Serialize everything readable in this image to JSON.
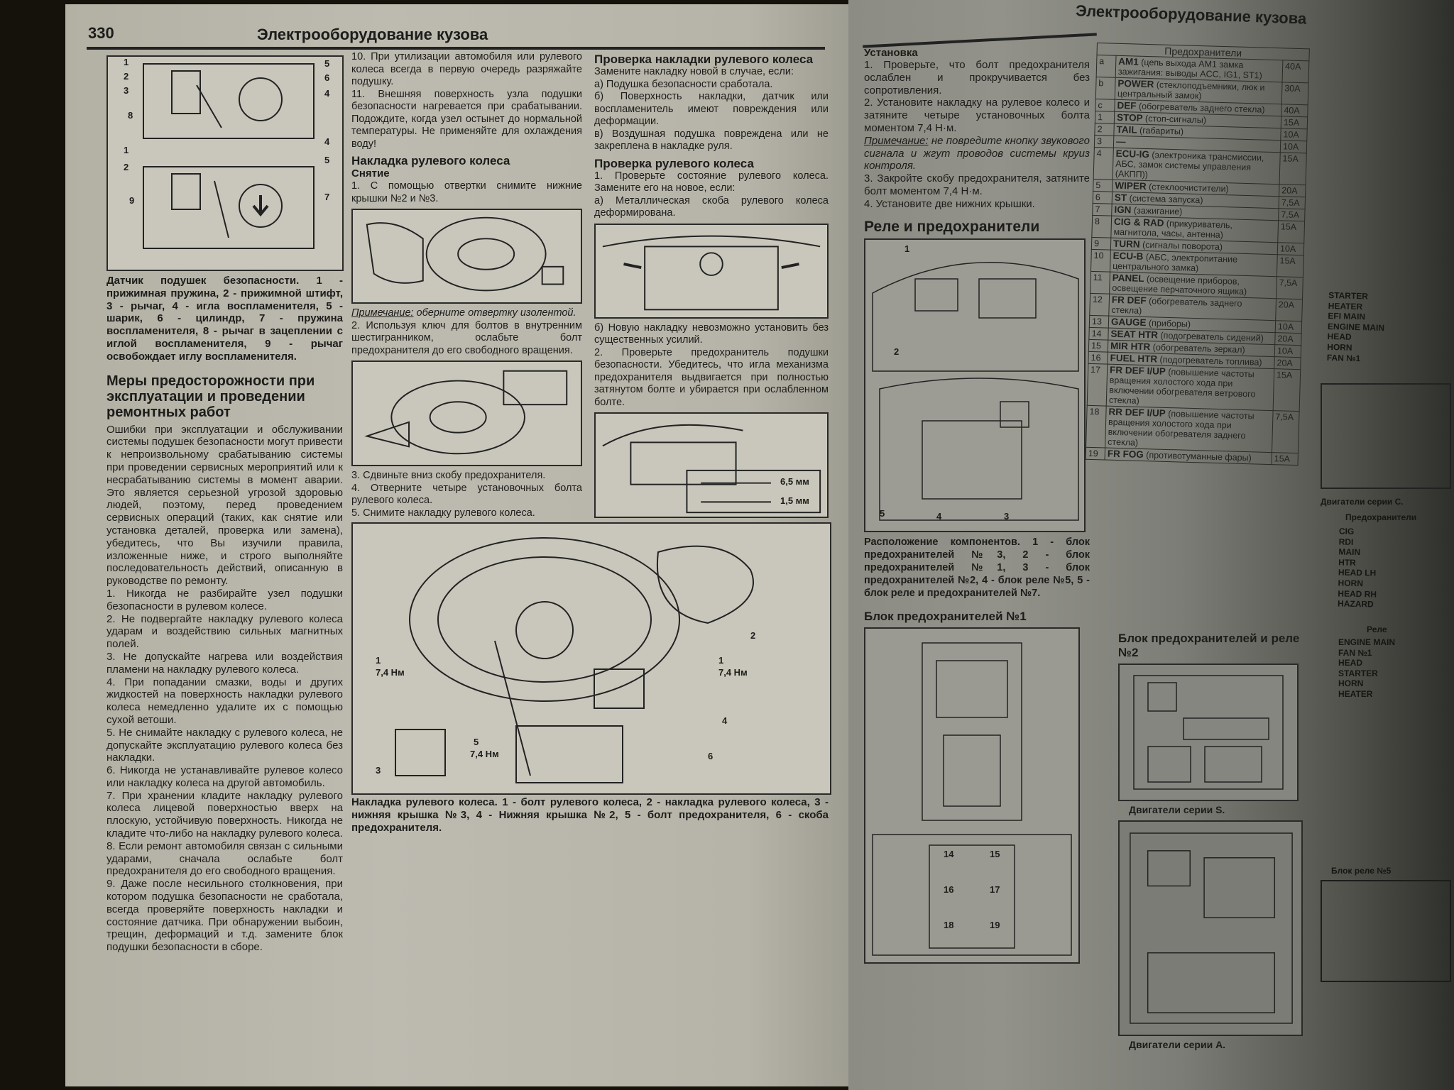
{
  "left_page": {
    "page_number": "330",
    "header": "Электрооборудование кузова",
    "col1": {
      "fig_labels": [
        "1",
        "2",
        "3",
        "8",
        "5",
        "6",
        "4",
        "4",
        "1",
        "2",
        "5",
        "9",
        "7"
      ],
      "caption": "Датчик подушек безопасности. 1 - прижимная пружина, 2 - прижимной штифт, 3 - рычаг, 4 - игла воспламенителя, 5 - шарик, 6 - цилиндр, 7 - пружина воспламенителя, 8 - рычаг в зацеплении с иглой воспламенителя, 9 - рычаг освобождает иглу воспламенителя.",
      "heading": "Меры предосторожности при эксплуатации и проведении ремонтных работ",
      "intro": "Ошибки при эксплуатации и обслуживании системы подушек безопасности могут привести к непроизвольному срабатыванию системы при проведении сервисных мероприятий или к несрабатыванию системы в момент аварии. Это является серьезной угрозой здоровью людей, поэтому, перед проведением сервисных операций (таких, как снятие или установка деталей, проверка или замена), убедитесь, что Вы изучили правила, изложенные ниже, и строго выполняйте последовательность действий, описанную в руководстве по ремонту.",
      "items": [
        "1. Никогда не разбирайте узел подушки безопасности в рулевом колесе.",
        "2. Не подвергайте накладку рулевого колеса ударам и воздействию сильных магнитных полей.",
        "3. Не допускайте нагрева или воздействия пламени на накладку рулевого колеса.",
        "4. При попадании смазки, воды и других жидкостей на поверхность накладки рулевого колеса немедленно удалите их с помощью сухой ветоши.",
        "5. Не снимайте накладку с рулевого колеса, не допускайте эксплуатацию рулевого колеса без накладки.",
        "6. Никогда не устанавливайте рулевое колесо или накладку колеса на другой автомобиль.",
        "7. При хранении кладите накладку рулевого колеса лицевой поверхностью вверх на плоскую, устойчивую поверхность. Никогда не кладите что-либо на накладку рулевого колеса.",
        "8. Если ремонт автомобиля связан с сильными ударами, сначала ослабьте болт предохранителя до его свободного вращения.",
        "9. Даже после несильного столкновения, при котором подушка безопасности не сработала, всегда проверяйте поверхность накладки и состояние датчика. При обнаружении выбоин, трещин, деформаций и т.д. замените блок подушки безопасности в сборе."
      ]
    },
    "col2": {
      "items_top": [
        "10. При утилизации автомобиля или рулевого колеса всегда в первую очередь разряжайте подушку.",
        "11. Внешняя поверхность узла подушки безопасности нагревается при срабатывании. Подождите, когда узел остынет до нормальной температуры. Не применяйте для охлаждения воду!"
      ],
      "heading": "Накладка рулевого колеса",
      "subheading": "Снятие",
      "step1": "1. С помощью отвертки снимите нижние крышки №2 и №3.",
      "note_label": "Примечание:",
      "note_text": " оберните отвертку изолентой.",
      "step2": "2. Используя ключ для болтов в внутренним шестигранником, ослабьте болт предохранителя до его свободного вращения.",
      "steps_end": [
        "3. Сдвиньте вниз скобу предохранителя.",
        "4. Отверните четыре установочных болта рулевого колеса.",
        "5. Снимите накладку рулевого колеса."
      ]
    },
    "col3": {
      "heading1": "Проверка накладки рулевого колеса",
      "text1": [
        "Замените накладку новой в случае, если:",
        "а) Подушка безопасности сработала.",
        "б) Поверхность накладки, датчик или воспламенитель имеют повреждения или деформации.",
        "в) Воздушная подушка повреждена или не закреплена в накладке руля."
      ],
      "heading2": "Проверка рулевого колеса",
      "text2": [
        "1. Проверьте состояние рулевого колеса. Замените его на новое, если:",
        "а) Металлическая скоба рулевого колеса деформирована."
      ],
      "text3": [
        "б) Новую накладку невозможно установить без существенных усилий.",
        "2. Проверьте предохранитель подушки безопасности. Убедитесь, что игла механизма предохранителя выдвигается при полностью затянутом болте и убирается при ослабленном болте."
      ],
      "fig_dims": [
        "6,5 мм",
        "1,5 мм"
      ]
    },
    "big_figure": {
      "labels": [
        "1",
        "7,4 Нм",
        "1",
        "7,4 Нм",
        "2",
        "3",
        "4",
        "5",
        "7,4 Нм",
        "6"
      ],
      "caption": "Накладка рулевого колеса. 1 - болт рулевого колеса, 2 - накладка рулевого колеса, 3 - нижняя крышка №3, 4 - Нижняя крышка №2, 5 - болт предохранителя, 6 - скоба предохранителя."
    }
  },
  "right_page": {
    "header": "Электрооборудование кузова",
    "col1": {
      "subheading": "Установка",
      "steps": [
        "1. Проверьте, что болт предохранителя ослаблен и прокручивается без сопротивления.",
        "2. Установите накладку на рулевое колесо и затяните четыре установочных болта моментом 7,4 Н·м."
      ],
      "note_label": "Примечание:",
      "note_text": " не повредите кнопку звукового сигнала и жгут проводов системы круиз контроля.",
      "steps2": [
        "3. Закройте скобу предохранителя, затяните болт моментом 7,4 Н·м.",
        "4. Установите две нижних крышки."
      ],
      "heading": "Реле и предохранители",
      "fig_labels": [
        "1",
        "2",
        "5",
        "4",
        "3"
      ],
      "caption": "Расположение компонентов. 1 - блок предохранителей №3, 2 - блок предохранителей №1, 3 - блок предохранителей №2, 4 - блок реле №5, 5 - блок реле и предохранителей №7.",
      "heading2": "Блок предохранителей №1",
      "fuse_block_labels": [
        "14",
        "15",
        "16",
        "17",
        "18",
        "19"
      ]
    },
    "fuse_table": {
      "title": "Предохранители",
      "rows": [
        {
          "id": "a",
          "name": "AM1",
          "desc": "(цепь выхода AM1 замка зажигания: выводы ACC, IG1, ST1)",
          "amp": "40A"
        },
        {
          "id": "b",
          "name": "POWER",
          "desc": "(стеклоподъемники, люк и центральный замок)",
          "amp": "30A"
        },
        {
          "id": "c",
          "name": "DEF",
          "desc": "(обогреватель заднего стекла)",
          "amp": "40A"
        },
        {
          "id": "1",
          "name": "STOP",
          "desc": "(стоп-сигналы)",
          "amp": "15A"
        },
        {
          "id": "2",
          "name": "TAIL",
          "desc": "(габариты)",
          "amp": "10A"
        },
        {
          "id": "3",
          "name": "—",
          "desc": "",
          "amp": "10A"
        },
        {
          "id": "4",
          "name": "ECU-IG",
          "desc": "(электроника трансмиссии, АБС, замок системы управления (АКПП))",
          "amp": "15A"
        },
        {
          "id": "5",
          "name": "WIPER",
          "desc": "(стеклоочистители)",
          "amp": "20A"
        },
        {
          "id": "6",
          "name": "ST",
          "desc": "(система запуска)",
          "amp": "7,5A"
        },
        {
          "id": "7",
          "name": "IGN",
          "desc": "(зажигание)",
          "amp": "7,5A"
        },
        {
          "id": "8",
          "name": "CIG & RAD",
          "desc": "(прикуриватель, магнитола, часы, антенна)",
          "amp": "15A"
        },
        {
          "id": "9",
          "name": "TURN",
          "desc": "(сигналы поворота)",
          "amp": "10A"
        },
        {
          "id": "10",
          "name": "ECU-B",
          "desc": "(АБС, электропитание центрального замка)",
          "amp": "15A"
        },
        {
          "id": "11",
          "name": "PANEL",
          "desc": "(освещение приборов, освещение перчаточного ящика)",
          "amp": "7,5A"
        },
        {
          "id": "12",
          "name": "FR DEF",
          "desc": "(обогреватель заднего стекла)",
          "amp": "20A"
        },
        {
          "id": "13",
          "name": "GAUGE",
          "desc": "(приборы)",
          "amp": "10A"
        },
        {
          "id": "14",
          "name": "SEAT HTR",
          "desc": "(подогреватель сидений)",
          "amp": "20A"
        },
        {
          "id": "15",
          "name": "MIR HTR",
          "desc": "(обогреватель зеркал)",
          "amp": "10A"
        },
        {
          "id": "16",
          "name": "FUEL HTR",
          "desc": "(подогреватель топлива)",
          "amp": "20A"
        },
        {
          "id": "17",
          "name": "FR DEF I/UP",
          "desc": "(повышение частоты вращения холостого хода при включении обогревателя ветрового стекла)",
          "amp": "15A"
        },
        {
          "id": "18",
          "name": "RR DEF I/UP",
          "desc": "(повышение частоты вращения холостого хода при включении обогревателя заднего стекла)",
          "amp": "7,5A"
        },
        {
          "id": "19",
          "name": "FR FOG",
          "desc": "(противотуманные фары)",
          "amp": "15A"
        }
      ]
    },
    "col3": {
      "heading": "Блок предохранителей и реле №2",
      "caption_s": "Двигатели серии S.",
      "caption_a": "Двигатели серии A."
    },
    "far_column": {
      "relays_top": [
        "STARTER",
        "HEATER",
        "EFI MAIN",
        "ENGINE MAIN",
        "HEAD",
        "HORN",
        "FAN №1"
      ],
      "caption_c": "Двигатели серии C.",
      "fuses_title": "Предохранители",
      "fuses": [
        "CIG",
        "RDI",
        "MAIN",
        "HTR",
        "HEAD LH",
        "HORN",
        "HEAD RH",
        "HAZARD"
      ],
      "relays_title": "Реле",
      "relays": [
        "ENGINE MAIN",
        "FAN №1",
        "HEAD",
        "STARTER",
        "HORN",
        "HEATER"
      ],
      "block_title": "Блок реле №5"
    }
  }
}
